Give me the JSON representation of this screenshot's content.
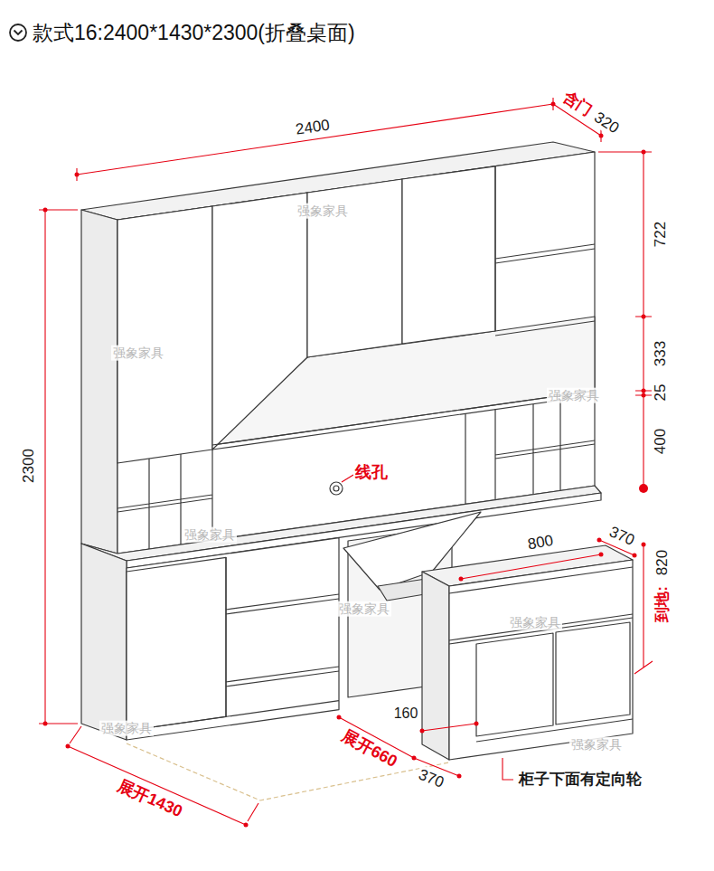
{
  "diagram": {
    "title": "款式16:2400*1430*2300(折叠桌面)",
    "labels": [
      "2400",
      "含门",
      "320",
      "722",
      "333",
      "25",
      "400",
      "线孔",
      "370",
      "800",
      "到地:",
      "820",
      "2300",
      "160",
      "展开660",
      "370",
      "展开1430",
      "柜子下面有定向轮",
      "强象家具",
      "强象家具",
      "强象家具",
      "强象家具",
      "强象家具",
      "强象家具",
      "强象家具",
      "强象家具"
    ]
  }
}
